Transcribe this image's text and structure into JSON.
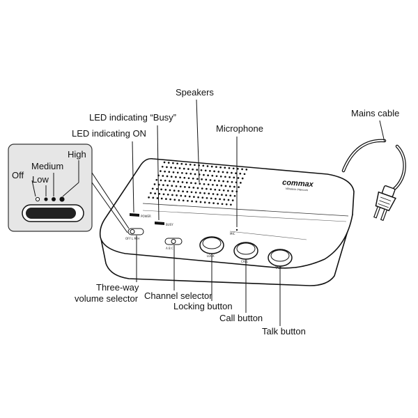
{
  "labels": {
    "speakers": "Speakers",
    "led_busy": "LED indicating “Busy”",
    "led_on": "LED indicating ON",
    "microphone": "Microphone",
    "mains_cable": "Mains cable",
    "three_way_1": "Three-way",
    "three_way_2": "volume selector",
    "channel_selector": "Channel selector",
    "locking_button": "Locking button",
    "call_button": "Call button",
    "talk_button": "Talk button"
  },
  "volume_inset": {
    "off": "Off",
    "low": "Low",
    "medium": "Medium",
    "high": "High"
  },
  "device": {
    "brand": "commax",
    "model": "Wireless Intercom",
    "led_power_text": "POWER",
    "led_busy_text": "BUSY",
    "mic_text": "MIC",
    "volume_scale": "OFF L M H",
    "channel_scale": "A B C",
    "lock_text": "LOCK",
    "call_text": "CALL",
    "talk_text": "TALK"
  }
}
